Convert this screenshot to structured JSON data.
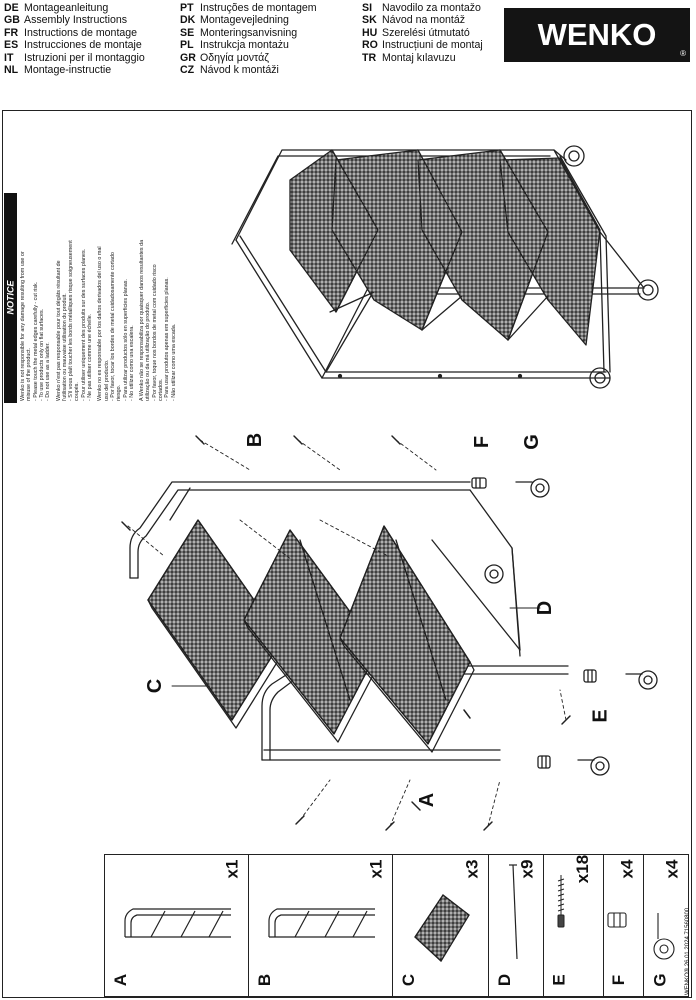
{
  "header": {
    "languages_col1": [
      {
        "code": "DE",
        "text": "Montageanleitung"
      },
      {
        "code": "GB",
        "text": "Assembly Instructions"
      },
      {
        "code": "FR",
        "text": "Instructions de montage"
      },
      {
        "code": "ES",
        "text": "Instrucciones de montaje"
      },
      {
        "code": "IT",
        "text": "Istruzioni per il montaggio"
      },
      {
        "code": "NL",
        "text": "Montage-instructie"
      }
    ],
    "languages_col2": [
      {
        "code": "PT",
        "text": "Instruções de montagem"
      },
      {
        "code": "DK",
        "text": "Montagevejledning"
      },
      {
        "code": "SE",
        "text": "Monteringsanvisning"
      },
      {
        "code": "PL",
        "text": "Instrukcja montażu"
      },
      {
        "code": "GR",
        "text": "Οδηγία μοντάζ"
      },
      {
        "code": "CZ",
        "text": "Návod k montáži"
      }
    ],
    "languages_col3": [
      {
        "code": "SI",
        "text": "Navodilo za montažo"
      },
      {
        "code": "SK",
        "text": "Návod na montáž"
      },
      {
        "code": "HU",
        "text": "Szerelési útmutató"
      },
      {
        "code": "RO",
        "text": "Instrucțiuni de montaj"
      },
      {
        "code": "TR",
        "text": "Montaj kılavuzu"
      }
    ],
    "logo": {
      "text": "WENKO",
      "reg": "®"
    }
  },
  "notice": {
    "title": "NOTICE",
    "blocks": [
      [
        "Wenko is not responsible for any damage resulting from use or",
        "misuse of the product.",
        "- Please touch the metal edges carefully - cut risk.",
        "- To use products only on flat surfaces.",
        "- Do not use as a ladder."
      ],
      [
        "Wenko n'est pas responsable pour tout dégâts résultant de",
        "l'utilisation ou mauvaise utilisation du produit.",
        "- S'il vous plaît toucher les bords métalliques risque soigneusement",
        "coupés.",
        "- Pour utiliser uniquement des produits sur des surfaces planes.",
        "- Ne pas utiliser comme une échelle."
      ],
      [
        "Wenko no es responsable por los daños derivados del uso o mal",
        "uso del producto.",
        "- Por favor, tocar los bordes de metal cuidadosamente cortado",
        "riesgo.",
        "- Para utilizar productos sólo en superficies planas.",
        "- No utilizar como una escalera."
      ],
      [
        "A Wenko não se responsabiliza por quaisquer danos resultantes da",
        "utilização ou da má utilização do produto.",
        "- Por favor, toque nos bordos de metal com cuidado risco",
        "cortados.",
        "- Para usar produtos apenas em superfícies planas.",
        "- Não utilizar como uma escada."
      ]
    ]
  },
  "assembly_labels": [
    "A",
    "B",
    "C",
    "D",
    "E",
    "F",
    "G"
  ],
  "parts": [
    {
      "letter": "A",
      "qty": "x1",
      "icon": "frame-ladder-icon"
    },
    {
      "letter": "B",
      "qty": "x1",
      "icon": "frame-ladder-icon"
    },
    {
      "letter": "C",
      "qty": "x3",
      "icon": "mesh-shelf-icon"
    },
    {
      "letter": "D",
      "qty": "x9",
      "icon": "rod-icon"
    },
    {
      "letter": "E",
      "qty": "x18",
      "icon": "screw-icon"
    },
    {
      "letter": "F",
      "qty": "x4",
      "icon": "connector-icon"
    },
    {
      "letter": "G",
      "qty": "x4",
      "icon": "caster-wheel-icon"
    }
  ],
  "footer": {
    "text": "WENKO® 26.01.2024  71560800"
  }
}
